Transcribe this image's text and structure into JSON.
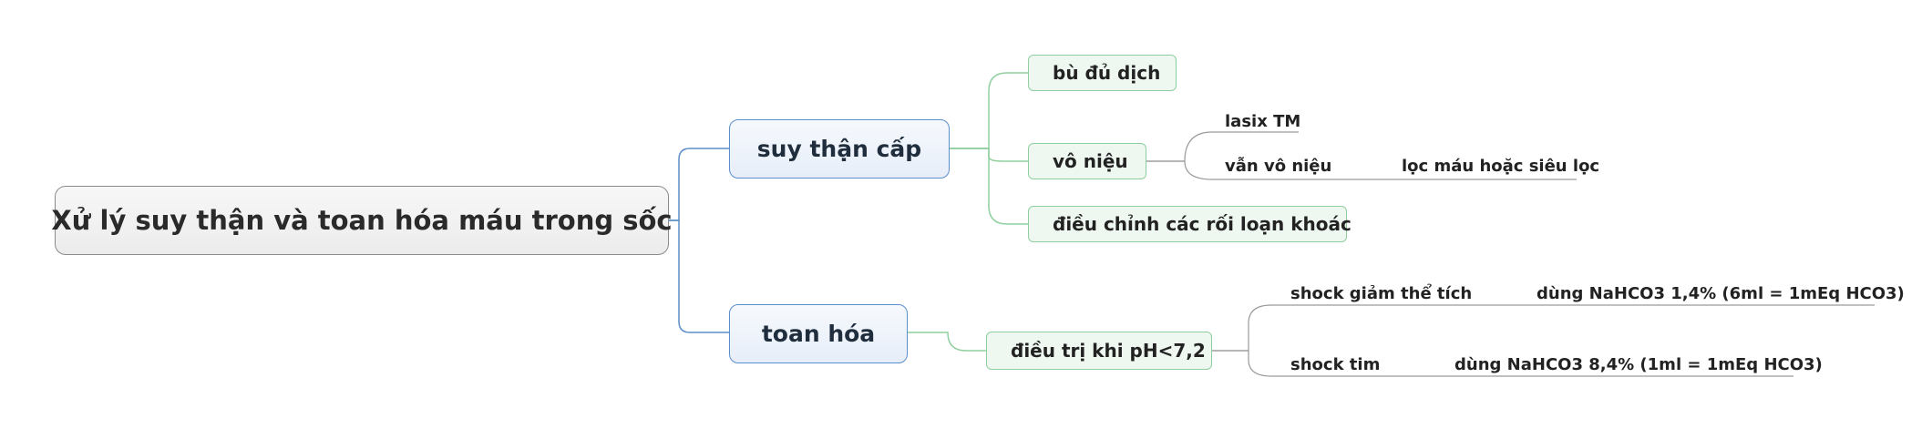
{
  "root": {
    "label": "Xử lý suy thận và toan hóa máu trong sốc"
  },
  "branches": [
    {
      "label": "suy thận cấp",
      "children": [
        {
          "label": "bù đủ dịch"
        },
        {
          "label": "vô niệu",
          "children": [
            {
              "label": "lasix TM"
            },
            {
              "label": "vẫn vô niệu",
              "children": [
                {
                  "label": "lọc máu hoặc siêu lọc"
                }
              ]
            }
          ]
        },
        {
          "label": "điều chỉnh các rối loạn khoác"
        }
      ]
    },
    {
      "label": "toan hóa",
      "children": [
        {
          "label": "điều trị khi pH<7,2",
          "children": [
            {
              "label": "shock giảm thể tích",
              "children": [
                {
                  "label": "dùng NaHCO3 1,4% (6ml = 1mEq HCO3)"
                }
              ]
            },
            {
              "label": "shock tim",
              "children": [
                {
                  "label": "dùng NaHCO3 8,4% (1ml = 1mEq HCO3)"
                }
              ]
            }
          ]
        }
      ]
    }
  ],
  "colors": {
    "main_link": "#5b8fc9",
    "sub_link": "#8fcf9f",
    "leaf_link": "#9a9a9a"
  }
}
